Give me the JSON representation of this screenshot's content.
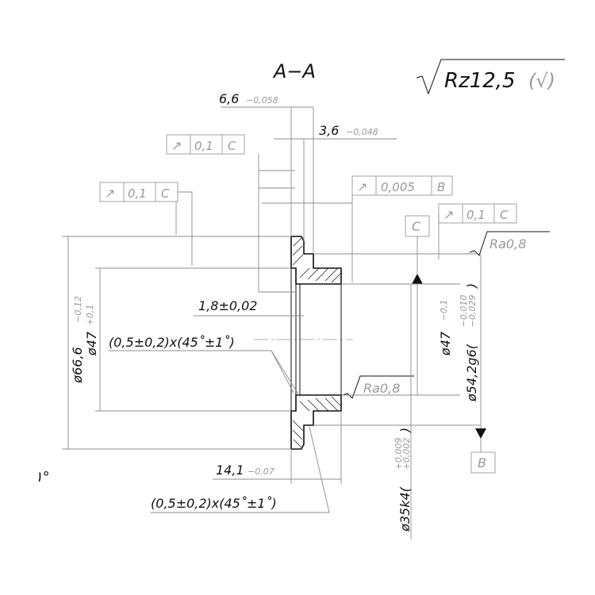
{
  "section_label": "A−A",
  "roughness_general": {
    "value": "Rz12,5",
    "paren": "(√)"
  },
  "roughness_top": "Ra0,8",
  "roughness_mid": "Ra0,8",
  "dimensions": {
    "dim_6_6": {
      "value": "6,6",
      "tol": "−0,058"
    },
    "dim_3_6": {
      "value": "3,6",
      "tol": "−0,048"
    },
    "dim_1_8": "1,8±0,02",
    "chamfer_top": "(0,5±0,2)x(45˚±1˚)",
    "chamfer_bottom": "(0,5±0,2)x(45˚±1˚)",
    "dim_14_1": {
      "value": "14,1",
      "tol": "−0,07"
    },
    "dia_66_6": {
      "value": "ø66,6",
      "tol": "−0,12"
    },
    "dia_47_left": {
      "value": "ø47",
      "tol": "+0,1"
    },
    "dia_47_right": {
      "value": "ø47",
      "tol": "−0,1"
    },
    "dia_54_2": {
      "value": "ø54,2g6(",
      "tol_upper": "−0,010",
      "tol_lower": "−0,029",
      "close": ")"
    },
    "dia_35": {
      "value": "ø35k4(",
      "tol_upper": "+0,009",
      "tol_lower": "+0,002",
      "close": ")"
    }
  },
  "tolerance_frames": {
    "runout_c_1": {
      "symbol": "↗",
      "value": "0,1",
      "datum": "C"
    },
    "runout_c_2": {
      "symbol": "↗",
      "value": "0,1",
      "datum": "C"
    },
    "runout_b": {
      "symbol": "↗",
      "value": "0,005",
      "datum": "B"
    },
    "runout_c_3": {
      "symbol": "↗",
      "value": "0,1",
      "datum": "C"
    }
  },
  "datums": {
    "c": "C",
    "b": "B"
  },
  "side_mark": "۱°"
}
